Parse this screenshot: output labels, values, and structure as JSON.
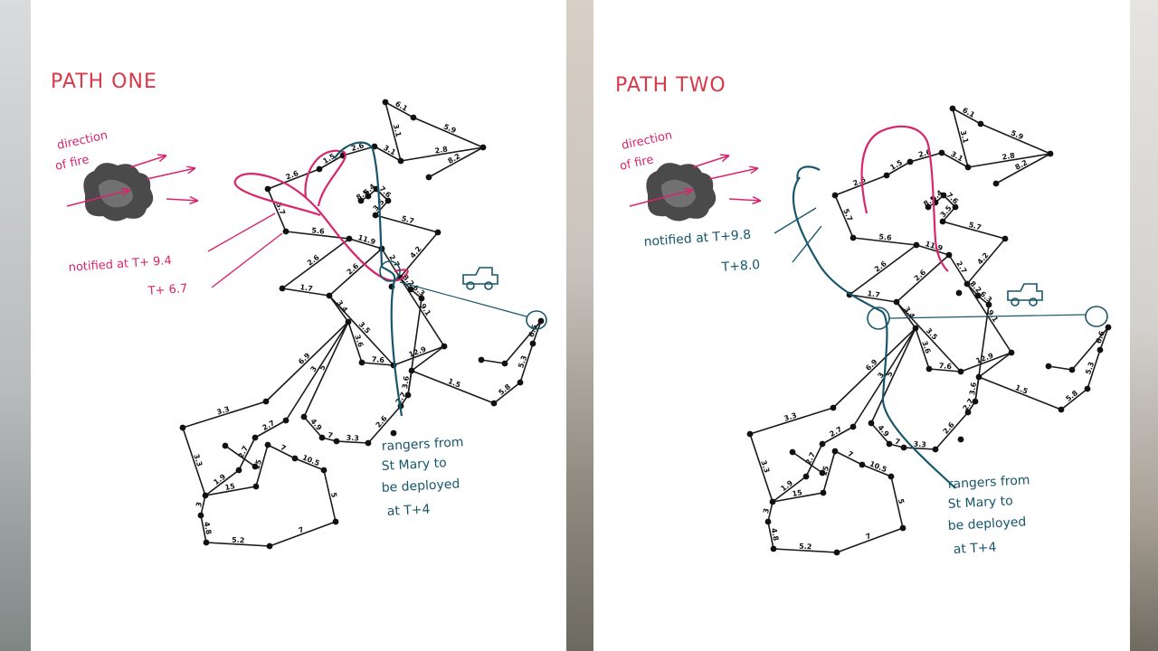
{
  "panels": [
    {
      "title": "PATH ONE",
      "fire_label_line1": "direction",
      "fire_label_line2": "of fire",
      "notified_label": "notified at T+ 9.4",
      "notified_label_2": "T+ 6.7",
      "rangers_line1": "rangers from",
      "rangers_line2": "St Mary to",
      "rangers_line3": "be deployed",
      "rangers_line4": "at T+4"
    },
    {
      "title": "PATH TWO",
      "fire_label_line1": "direction",
      "fire_label_line2": "of fire",
      "notified_label": "notified at T+9.8",
      "notified_label_2": "T+8.0",
      "rangers_line1": "rangers from",
      "rangers_line2": "St Mary to",
      "rangers_line3": "be deployed",
      "rangers_line4": "at T+4"
    }
  ],
  "edge_labels": [
    "6.1",
    "5.9",
    "8.2",
    "2.6",
    "1.5",
    "2.6",
    "3.1",
    "3.1",
    "2.8",
    "5.7",
    "5.6",
    "2.6",
    "1.7",
    "2.6",
    "2.7",
    "8.2",
    "6.3",
    "11.9",
    "8.5",
    "6.4",
    "7.6",
    "3.5",
    "5.7",
    "4.2",
    "9.1",
    "12.9",
    "7.6",
    "3.6",
    "3.4",
    "3.5",
    "6.9",
    "3.3",
    "3.3",
    "15",
    "15",
    "7",
    "10.5",
    "5",
    "7",
    "5.2",
    "4.8",
    "3",
    "3",
    "2.7",
    "2.7",
    "1.9",
    "5",
    "4.9",
    "7",
    "3.3",
    "2.6",
    "2.7",
    "3.6",
    "1.5",
    "5.8",
    "5.3",
    "6.6"
  ],
  "colors": {
    "pink": "#d8256b",
    "teal": "#17566b",
    "title_red": "#d63a48",
    "node": "#111111"
  }
}
